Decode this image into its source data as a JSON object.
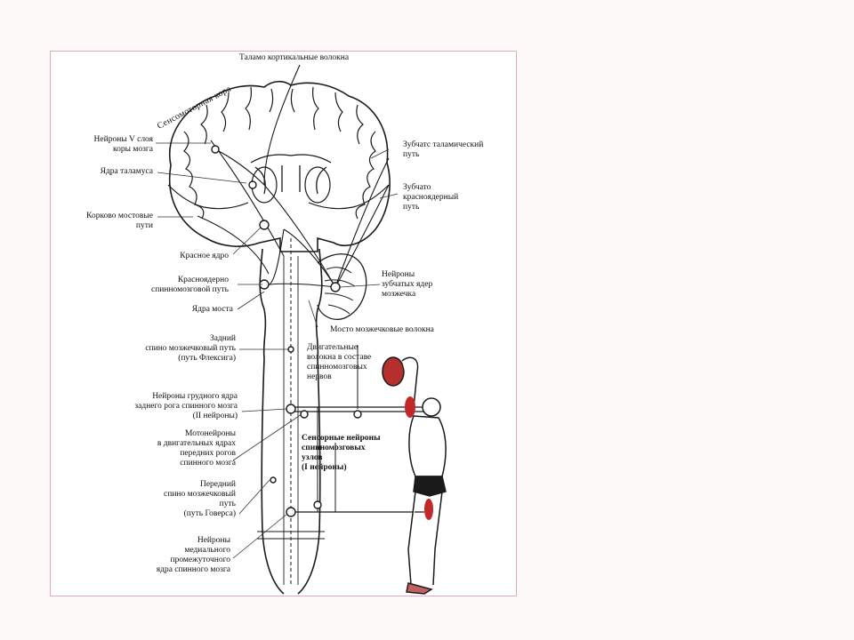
{
  "colors": {
    "frame_border": "#e2a9bd",
    "muscle_red": "#c0282a",
    "ink": "#1a1a1a"
  },
  "labels": {
    "thalamo_cortical": "Таламо   кортикальные волокна",
    "sensorimotor_cortex": "Сенсомоторная кора",
    "neurons_v_layer": "Нейроны V слоя\nкоры мозга",
    "thalamus_nuclei": "Ядра таламуса",
    "cortico_pontine": "Корково   мостовые\nпути",
    "red_nucleus": "Красное ядро",
    "rubrospinal": "Красноядерно\nспинномозговой путь",
    "pontine_nuclei": "Ядра моста",
    "posterior_spinocerebellar": "Задний\nспино   мозжечковый путь\n(путь Флексига)",
    "thoracic_nucleus": "Нейроны грудного ядра\nзаднего рога спинного мозга\n(II нейроны)",
    "motoneurons": "Мотонейроны\nв двигательных ядрах\nпередних рогов\nспинного мозга",
    "anterior_spinocerebellar": "Передний\nспино   мозжечковый\nпуть\n(путь Говерса)",
    "medial_intermediate": "Нейроны\nмедиального\nпромежуточного\nядра спинного мозга",
    "dentato_thalamic": "Зубчатс   таламический\nпуть",
    "dentato_rubral": "Зубчато\nкрасноядерный\nпуть",
    "dentate_neurons": "Нейроны\nзубчатых ядер\nмозжечка",
    "ponto_cerebellar": "Мосто   мозжечковые волокна",
    "motor_fibers": "Двигательные\nволокна в составе\nспинномозговых\nнервов",
    "sensory_neurons": "Сенсорные нейроны\nспинномозговых\nузлов\n(I нейроны)"
  }
}
